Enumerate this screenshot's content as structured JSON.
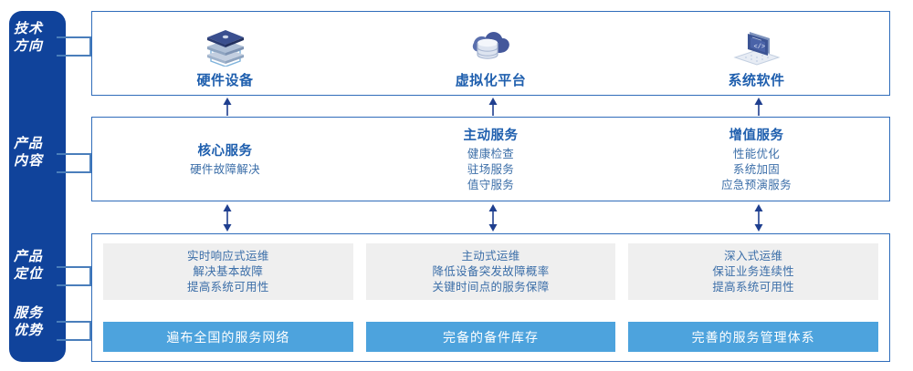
{
  "colors": {
    "sidebar_bg": "#10439B",
    "box_border": "#2f6cba",
    "heading_blue": "#1f5fae",
    "body_blue": "#3b6ea8",
    "gray_panel": "#efefef",
    "advantage_bar": "#4da3dd",
    "connector": "#4a7ebb",
    "arrow": "#1f3f8f"
  },
  "sidebar": {
    "items": [
      {
        "id": "technology-direction",
        "line1": "技术",
        "line2": "方向"
      },
      {
        "id": "product-content",
        "line1": "产品",
        "line2": "内容"
      },
      {
        "id": "product-positioning",
        "line1": "产品",
        "line2": "定位"
      },
      {
        "id": "service-advantage",
        "line1": "服务",
        "line2": "优势"
      }
    ]
  },
  "technology": {
    "columns": [
      {
        "icon": "server-stack-icon",
        "label": "硬件设备"
      },
      {
        "icon": "cloud-database-icon",
        "label": "虚拟化平台"
      },
      {
        "icon": "laptop-code-icon",
        "label": "系统软件"
      }
    ]
  },
  "product_content": {
    "columns": [
      {
        "title": "核心服务",
        "items": [
          "硬件故障解决"
        ]
      },
      {
        "title": "主动服务",
        "items": [
          "健康检查",
          "驻场服务",
          "值守服务"
        ]
      },
      {
        "title": "增值服务",
        "items": [
          "性能优化",
          "系统加固",
          "应急预演服务"
        ]
      }
    ]
  },
  "product_positioning": {
    "columns": [
      {
        "items": [
          "实时响应式运维",
          "解决基本故障",
          "提高系统可用性"
        ]
      },
      {
        "items": [
          "主动式运维",
          "降低设备突发故障概率",
          "关键时间点的服务保障"
        ]
      },
      {
        "items": [
          "深入式运维",
          "保证业务连续性",
          "提高系统可用性"
        ]
      }
    ]
  },
  "service_advantage": {
    "columns": [
      {
        "label": "遍布全国的服务网络"
      },
      {
        "label": "完备的备件库存"
      },
      {
        "label": "完善的服务管理体系"
      }
    ]
  },
  "arrows": {
    "tech_to_content": {
      "type": "up-arrow",
      "count": 3
    },
    "content_to_position": {
      "type": "double-arrow",
      "count": 3
    }
  }
}
